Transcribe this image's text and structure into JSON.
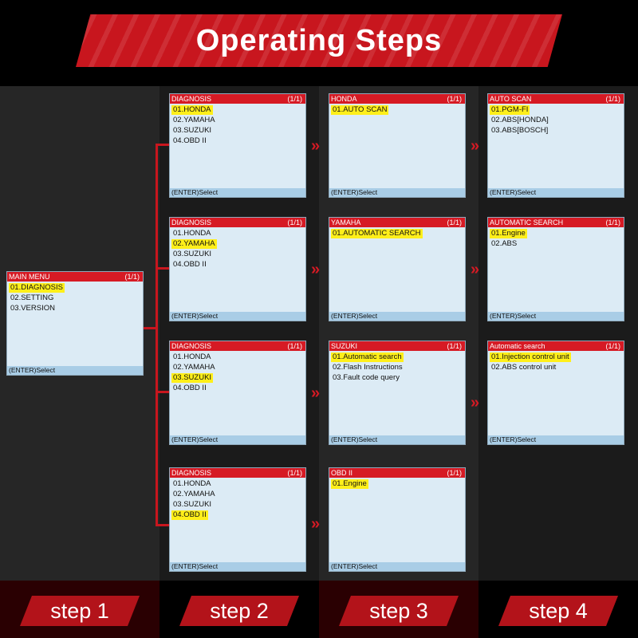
{
  "banner": {
    "title": "Operating Steps"
  },
  "steps": [
    "step 1",
    "step 2",
    "step 3",
    "step 4"
  ],
  "footer_label": "(ENTER)Select",
  "arrow_glyph": "»",
  "colors": {
    "header_red": "#d61a24",
    "highlight_yellow": "#ffef1a",
    "screen_bg": "#dcebf5",
    "footer_blue": "#a9cde6"
  },
  "screens": {
    "main_menu": {
      "title": "MAIN MENU",
      "page": "(1/1)",
      "items": [
        "01.DIAGNOSIS",
        "02.SETTING",
        "03.VERSION"
      ],
      "selected": 0
    },
    "diag_honda": {
      "title": "DIAGNOSIS",
      "page": "(1/1)",
      "items": [
        "01.HONDA",
        "02.YAMAHA",
        "03.SUZUKI",
        "04.OBD II"
      ],
      "selected": 0
    },
    "diag_yamaha": {
      "title": "DIAGNOSIS",
      "page": "(1/1)",
      "items": [
        "01.HONDA",
        "02.YAMAHA",
        "03.SUZUKI",
        "04.OBD II"
      ],
      "selected": 1
    },
    "diag_suzuki": {
      "title": "DIAGNOSIS",
      "page": "(1/1)",
      "items": [
        "01.HONDA",
        "02.YAMAHA",
        "03.SUZUKI",
        "04.OBD II"
      ],
      "selected": 2
    },
    "diag_obd": {
      "title": "DIAGNOSIS",
      "page": "(1/1)",
      "items": [
        "01.HONDA",
        "02.YAMAHA",
        "03.SUZUKI",
        "04.OBD II"
      ],
      "selected": 3
    },
    "honda": {
      "title": "HONDA",
      "page": "(1/1)",
      "items": [
        "01.AUTO SCAN"
      ],
      "selected": 0
    },
    "yamaha": {
      "title": "YAMAHA",
      "page": "(1/1)",
      "items": [
        "01.AUTOMATIC SEARCH"
      ],
      "selected": 0
    },
    "suzuki": {
      "title": "SUZUKI",
      "page": "(1/1)",
      "items": [
        "01.Automatic search",
        "02.Flash Instructions",
        "03.Fault code query"
      ],
      "selected": 0
    },
    "obd": {
      "title": "OBD II",
      "page": "(1/1)",
      "items": [
        "01.Engine"
      ],
      "selected": 0
    },
    "auto_scan": {
      "title": "AUTO SCAN",
      "page": "(1/1)",
      "items": [
        "01.PGM-FI",
        "02.ABS[HONDA]",
        "03.ABS[BOSCH]"
      ],
      "selected": 0
    },
    "automatic_search": {
      "title": "AUTOMATIC SEARCH",
      "page": "(1/1)",
      "items": [
        "01.Engine",
        "02.ABS"
      ],
      "selected": 0
    },
    "automatic_search_suzuki": {
      "title": "Automatic search",
      "page": "(1/1)",
      "items": [
        "01.Injection control unit",
        "02.ABS control unit"
      ],
      "selected": 0
    }
  }
}
